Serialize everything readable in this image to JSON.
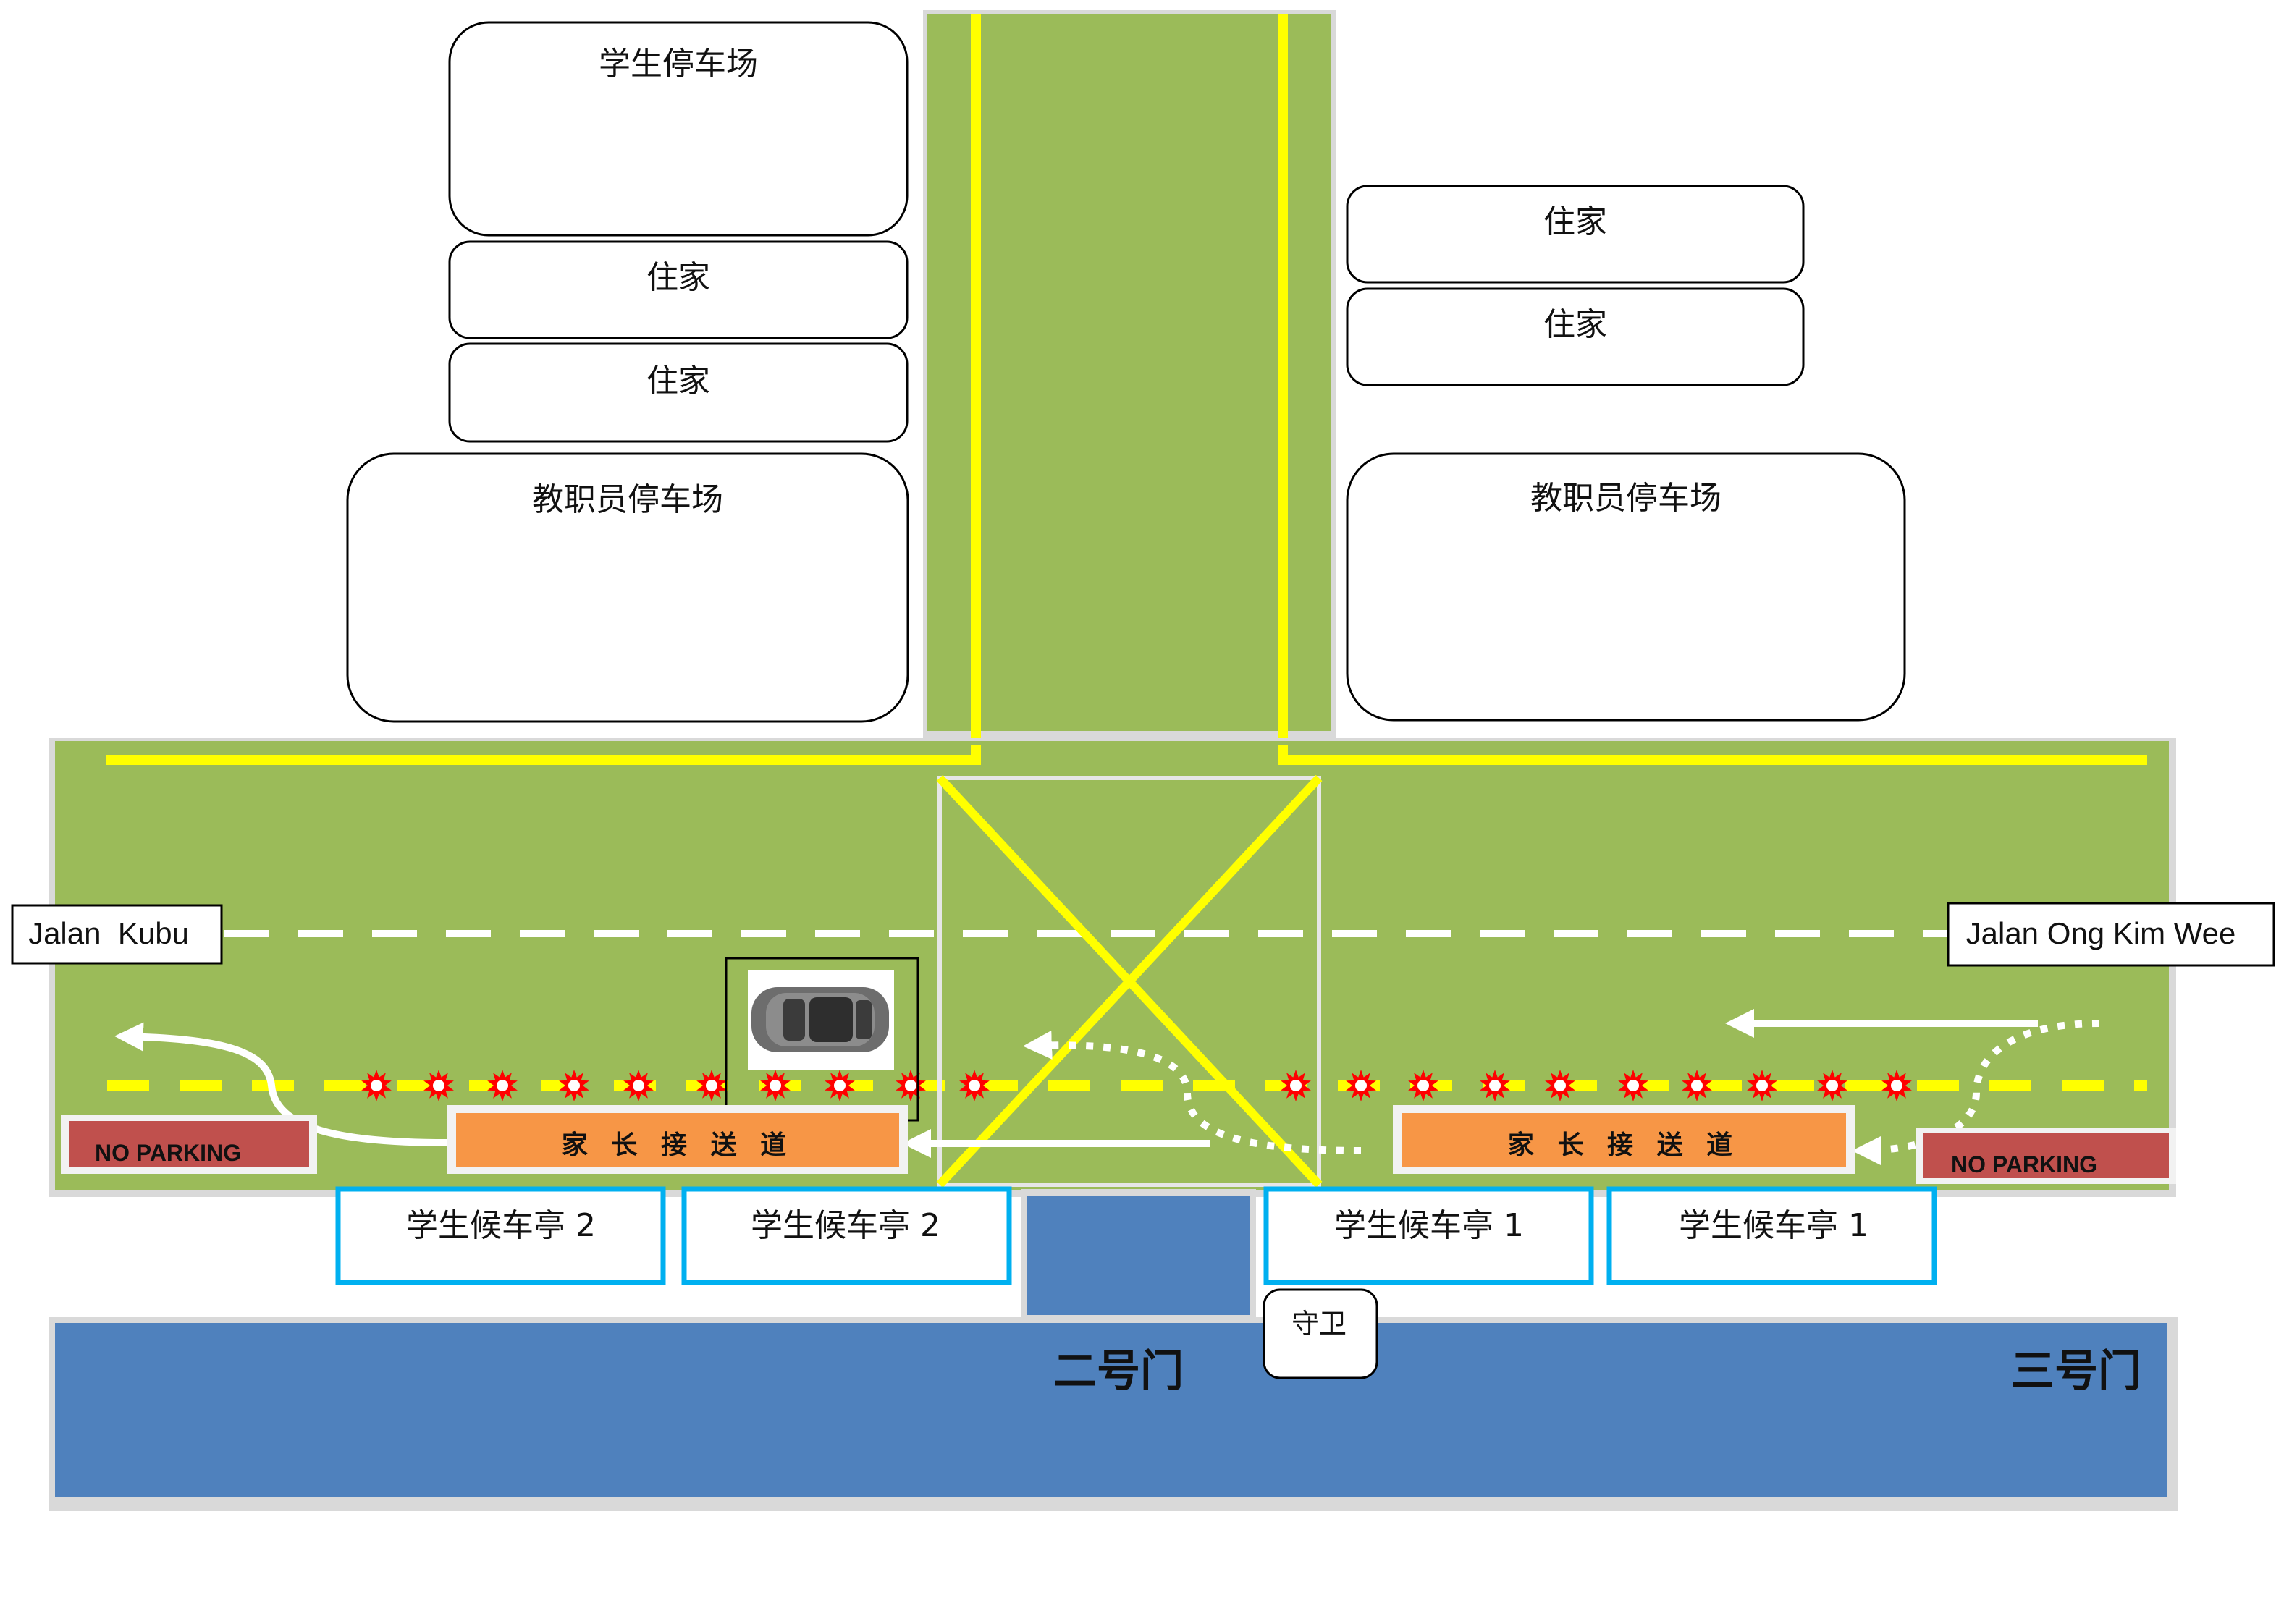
{
  "labels": {
    "student_parking": "学生停车场",
    "residence_left_1": "住家",
    "residence_left_2": "住家",
    "residence_right_1": "住家",
    "residence_right_2": "住家",
    "staff_parking_left": "教职员停车场",
    "staff_parking_right": "教职员停车场",
    "road_left": "Jalan  Kubu",
    "road_right": "Jalan Ong Kim Wee",
    "pickup_lane_left": "家 长 接 送 道",
    "pickup_lane_right": "家 长 接 送 道",
    "no_parking_left": "NO PARKING",
    "no_parking_right": "NO PARKING",
    "shelter_2a": "学生候车亭 2",
    "shelter_2b": "学生候车亭 2",
    "shelter_1a": "学生候车亭 1",
    "shelter_1b": "学生候车亭 1",
    "guard": "守卫",
    "gate_2": "二号门",
    "gate_3": "三号门"
  },
  "colors": {
    "grass": "#9BBB59",
    "yellow_line": "#FFFF00",
    "building": "#4F81BD",
    "pickup_lane": "#F79646",
    "no_parking": "#C0504D",
    "shelter_border": "#00B0F0",
    "marker_red": "#FF0000",
    "white": "#FFFFFF"
  },
  "icons": {
    "car": "car-top-view-icon",
    "marker": "red-starburst-icon"
  }
}
